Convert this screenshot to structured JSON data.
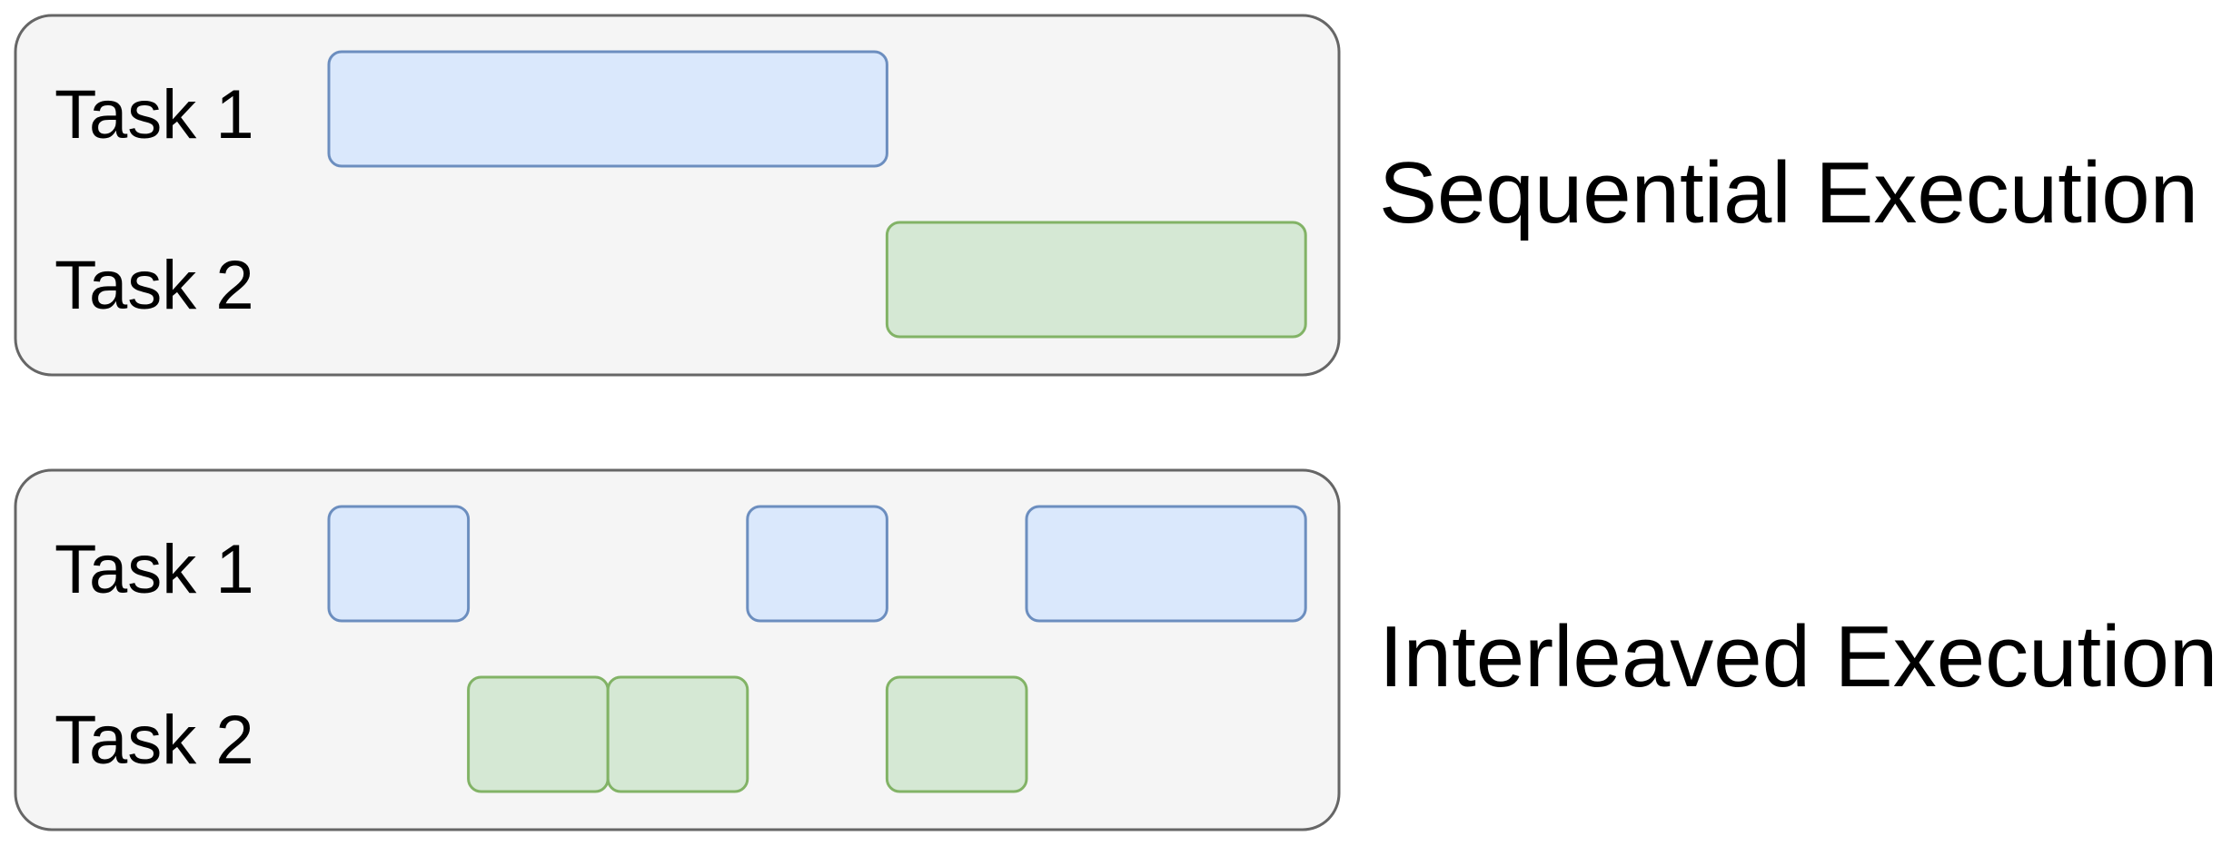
{
  "colors": {
    "panel_fill": "#f5f5f5",
    "panel_stroke": "#666666",
    "task1_fill": "#dae8fc",
    "task1_stroke": "#6c8ebf",
    "task2_fill": "#d5e8d4",
    "task2_stroke": "#82b366"
  },
  "panels": [
    {
      "title": "Sequential Execution",
      "rows": [
        {
          "label": "Task 1",
          "color_key": "task1",
          "blocks": [
            [
              0,
              4
            ]
          ]
        },
        {
          "label": "Task 2",
          "color_key": "task2",
          "blocks": [
            [
              4,
              7
            ]
          ]
        }
      ]
    },
    {
      "title": "Interleaved Execution",
      "rows": [
        {
          "label": "Task 1",
          "color_key": "task1",
          "blocks": [
            [
              0,
              1
            ],
            [
              3,
              4
            ],
            [
              5,
              7
            ]
          ]
        },
        {
          "label": "Task 2",
          "color_key": "task2",
          "blocks": [
            [
              1,
              2
            ],
            [
              2,
              3
            ],
            [
              4,
              5
            ]
          ]
        }
      ]
    }
  ]
}
